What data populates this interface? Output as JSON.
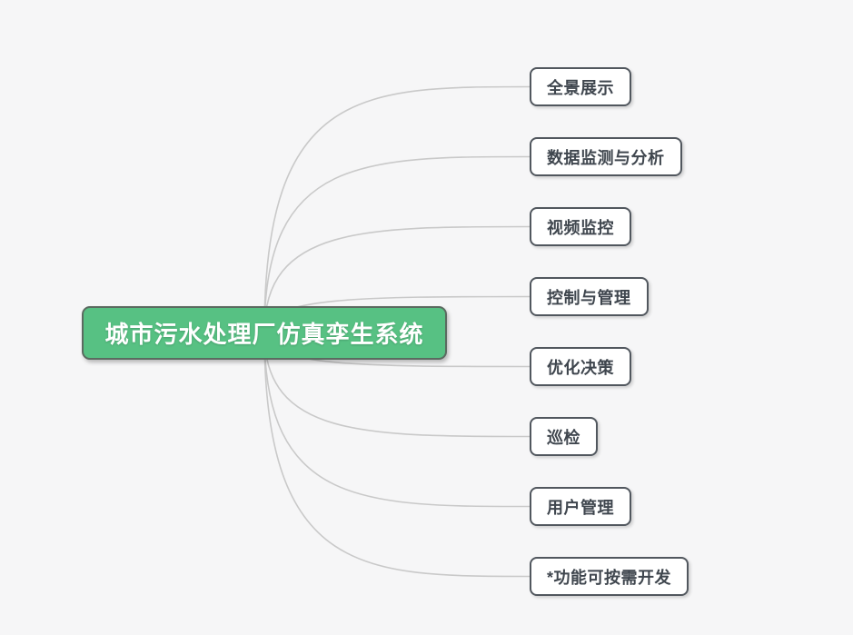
{
  "root": {
    "label": "城市污水处理厂仿真孪生系统"
  },
  "children": [
    {
      "label": "全景展示"
    },
    {
      "label": "数据监测与分析"
    },
    {
      "label": "视频监控"
    },
    {
      "label": "控制与管理"
    },
    {
      "label": "优化决策"
    },
    {
      "label": "巡检"
    },
    {
      "label": "用户管理"
    },
    {
      "label": "*功能可按需开发"
    }
  ],
  "colors": {
    "background": "#f6f6f7",
    "connector": "#c9c9c9",
    "root_fill": "#57c183",
    "root_border": "#5b6a60",
    "root_text": "#ffffff",
    "child_fill": "#ffffff",
    "child_border": "#51575e",
    "child_text": "#3f464e"
  }
}
